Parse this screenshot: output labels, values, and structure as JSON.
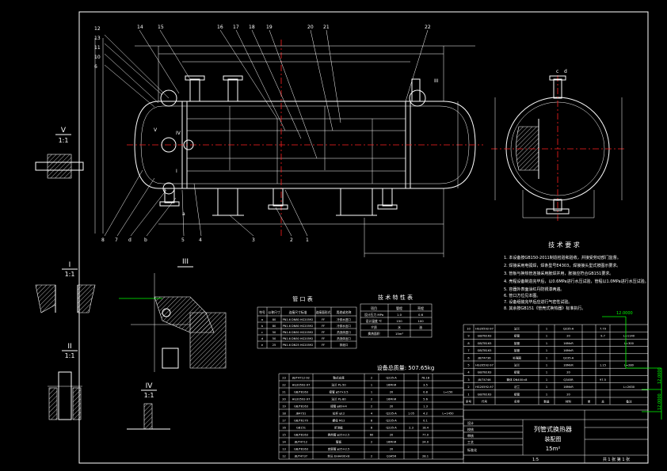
{
  "drawing": {
    "view_labels": {
      "detail_v": "V",
      "detail_v_scale": "1:1",
      "detail_i": "I",
      "detail_i_scale": "1:1",
      "detail_ii": "II",
      "detail_ii_scale": "1:1",
      "detail_iii": "III",
      "detail_iv": "IV",
      "detail_iv_scale": "1:1",
      "callout_iii_on_main": "III",
      "callout_v_on_main": "V",
      "callout_iv_on_main": "IV",
      "callout_i_on_main": "I"
    },
    "part_numbers_top": [
      "12",
      "13",
      "10",
      "14",
      "15",
      "16",
      "17",
      "18",
      "19",
      "20",
      "21",
      "22"
    ],
    "part_numbers_left": [
      "11",
      "6"
    ],
    "part_numbers_bottom": [
      "8",
      "7",
      "d",
      "b",
      "5",
      "4",
      "a",
      "3",
      "2",
      "1"
    ],
    "nozzle_marks": [
      "c",
      "d"
    ]
  },
  "tech_requirements": {
    "title": "技 术 要 求",
    "lines": [
      "1. 本设备按GB150-2011制造检验和验收，并接受劳动部门监督。",
      "2. 焊接采用电弧焊，焊条型号E4303，焊接接头型式按图示要求。",
      "3. 管板与换热管连接采用胀焊并用，胀接应符合GB151要求。",
      "4. 壳程设备制造完毕后，以0.6MPa进行水压试验，管程以1.0MPa进行水压试验。",
      "5. 容器外表面涂红丹防锈漆两遍。",
      "6. 管口方位见本图。",
      "7. 设备组装完毕后应进行气密性试验。",
      "8. 其余按GB151《管壳式换热器》标准执行。"
    ]
  },
  "nozzle_table": {
    "title": "管 口 表",
    "headers": [
      "符号",
      "公称尺寸",
      "连接尺寸标准",
      "连接面形式",
      "用途或名称"
    ],
    "rows": [
      [
        "a",
        "80",
        "PN1.6 DN80 HG20592",
        "FF",
        "冷却水进口"
      ],
      [
        "b",
        "80",
        "PN1.6 DN80 HG20592",
        "FF",
        "冷却水出口"
      ],
      [
        "c",
        "50",
        "PN1.6 DN50 HG20592",
        "FF",
        "热流体进口"
      ],
      [
        "d",
        "50",
        "PN1.6 DN50 HG20592",
        "FF",
        "热流体出口"
      ],
      [
        "e",
        "25",
        "PN1.6 DN25 HG20592",
        "FF",
        "排液口"
      ]
    ]
  },
  "tech_char_table": {
    "title": "技 术 特 性 表",
    "headers": [
      "项目",
      "管程",
      "壳程"
    ],
    "rows": [
      [
        "设计压力 MPa",
        "1.0",
        "0.6"
      ],
      [
        "设计温度 ℃",
        "150",
        "100"
      ],
      [
        "介质",
        "水",
        "油"
      ],
      [
        "换热面积",
        "15m²",
        ""
      ]
    ]
  },
  "total_weight": "设备总质量: 507.65kg",
  "bom_left": {
    "rows": [
      [
        "23",
        "JB/T4712-92",
        "鞍式支座",
        "2",
        "Q235-A",
        "",
        "78.18",
        ""
      ],
      [
        "22",
        "HG20592-97",
        "法兰 PL-50",
        "1",
        "16MnR",
        "",
        "3.5",
        ""
      ],
      [
        "21",
        "GB/T8163",
        "接管 φ57×3.5",
        "1",
        "20",
        "",
        "0.8",
        "L=150"
      ],
      [
        "20",
        "HG20592-97",
        "法兰 PL-80",
        "2",
        "16MnR",
        "",
        "5.6",
        ""
      ],
      [
        "19",
        "GB/T8163",
        "接管 φ89×4",
        "2",
        "20",
        "",
        "1.3",
        ""
      ],
      [
        "18",
        "JB4731",
        "拉杆 φ12",
        "4",
        "Q235-A",
        "1.05",
        "4.2",
        "L=1450"
      ],
      [
        "17",
        "GB/T6170",
        "螺母 M12",
        "8",
        "Q235-A",
        "",
        "0.1",
        ""
      ],
      [
        "16",
        "GB151",
        "折流板",
        "8",
        "Q235-A",
        "2.3",
        "18.4",
        ""
      ],
      [
        "15",
        "GB/T8163",
        "换热管 φ25×2.5",
        "60",
        "20",
        "",
        "77.0",
        ""
      ],
      [
        "14",
        "JB/T4712",
        "管板",
        "2",
        "16MnR",
        "",
        "24.0",
        ""
      ],
      [
        "13",
        "GB/T8163",
        "定距管 φ25×2.5",
        "",
        "20",
        "",
        "",
        ""
      ],
      [
        "12",
        "JB/T4737",
        "封头 EHA400×8",
        "2",
        "Q345R",
        "",
        "28.1",
        ""
      ]
    ]
  },
  "bom_right": {
    "rows": [
      [
        "10",
        "HG20592-97",
        "法兰",
        "1",
        "Q235-A",
        "",
        "7.79",
        ""
      ],
      [
        "9",
        "GB/T8163",
        "接管",
        "1",
        "20",
        "",
        "9.7",
        "L=1140"
      ],
      [
        "8",
        "GB/T8163",
        "接管",
        "1",
        "16MnR",
        "",
        "",
        "L=300"
      ],
      [
        "7",
        "GB/T8163",
        "接管",
        "1",
        "16MnR",
        "",
        "",
        ""
      ],
      [
        "6",
        "JB/T4736",
        "补强圈",
        "1",
        "Q235-A",
        "",
        "",
        ""
      ],
      [
        "5",
        "HG20592-97",
        "法兰",
        "1",
        "16MnR",
        "",
        "1.15",
        "L=280"
      ],
      [
        "4",
        "GB/T8163",
        "接管",
        "1",
        "20",
        "",
        "",
        ""
      ],
      [
        "3",
        "JB/T4746",
        "筒体 DN400×8",
        "1",
        "Q345R",
        "",
        "97.5",
        ""
      ],
      [
        "2",
        "HG20592-97",
        "法兰",
        "1",
        "16MnR",
        "",
        "",
        "L=2630"
      ],
      [
        "1",
        "GB/T8163",
        "接管",
        "1",
        "20",
        "",
        "",
        ""
      ]
    ],
    "header": [
      "序号",
      "代号",
      "名称",
      "数量",
      "材料",
      "单",
      "总",
      "备注"
    ]
  },
  "title_block": {
    "line1": "列管式换热器",
    "line2": "装配图",
    "line3": "15m²",
    "scale": "1:5",
    "sheet": "共 1 张  第 1 张",
    "left_cells": [
      "设计",
      "校核",
      "审核",
      "工艺",
      "标准化",
      "日期"
    ]
  },
  "dimension_highlights": [
    "12.0000",
    "12.0000",
    "12.0000"
  ]
}
